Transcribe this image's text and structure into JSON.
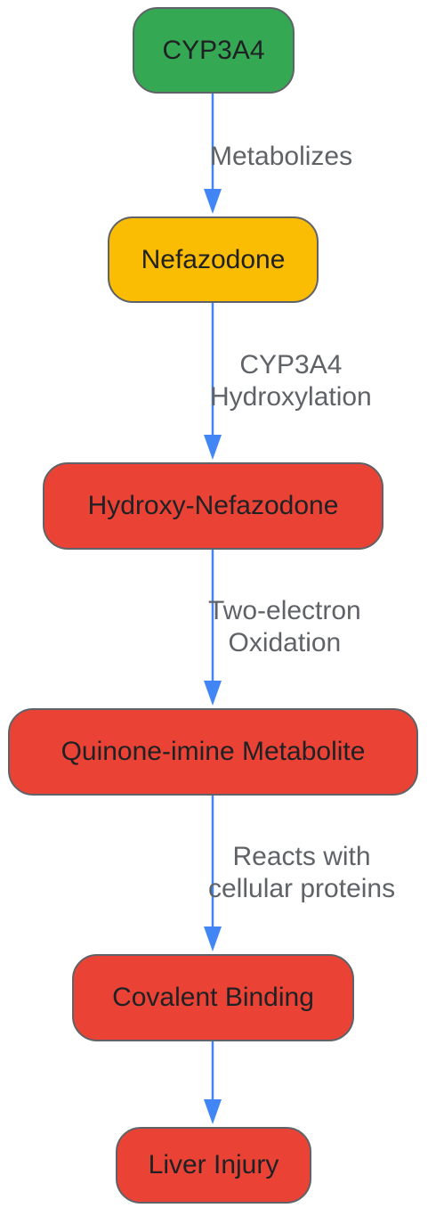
{
  "colors": {
    "green": "#34a853",
    "yellow": "#fbbc04",
    "red": "#ea4335",
    "edge": "#4285f4",
    "border": "#5f6368"
  },
  "nodes": [
    {
      "label": "CYP3A4",
      "color": "green"
    },
    {
      "label": "Nefazodone",
      "color": "yellow"
    },
    {
      "label": "Hydroxy-Nefazodone",
      "color": "red"
    },
    {
      "label": "Quinone-imine Metabolite",
      "color": "red"
    },
    {
      "label": "Covalent Binding",
      "color": "red"
    },
    {
      "label": "Liver Injury",
      "color": "red"
    }
  ],
  "edges": [
    {
      "from": "CYP3A4",
      "to": "Nefazodone",
      "label_lines": [
        "Metabolizes"
      ]
    },
    {
      "from": "Nefazodone",
      "to": "Hydroxy-Nefazodone",
      "label_lines": [
        "CYP3A4",
        "Hydroxylation"
      ]
    },
    {
      "from": "Hydroxy-Nefazodone",
      "to": "Quinone-imine Metabolite",
      "label_lines": [
        "Two-electron",
        "Oxidation"
      ]
    },
    {
      "from": "Quinone-imine Metabolite",
      "to": "Covalent Binding",
      "label_lines": [
        "Reacts with",
        "cellular proteins"
      ]
    },
    {
      "from": "Covalent Binding",
      "to": "Liver Injury",
      "label_lines": []
    }
  ]
}
